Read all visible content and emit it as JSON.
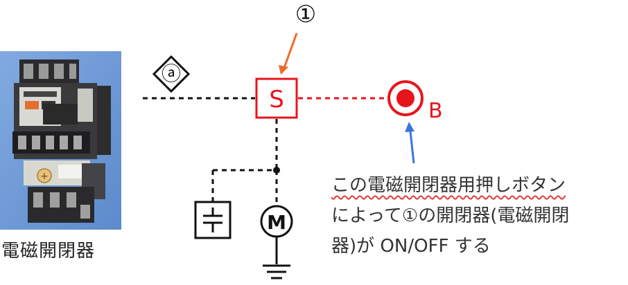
{
  "photo": {
    "caption": "電磁開閉器",
    "knob_symbol": "+"
  },
  "diagram": {
    "marker_a": "ⓐ",
    "callout_number": "①",
    "switch_label": "S",
    "button_label": "B",
    "motor_label": "M"
  },
  "description": {
    "line1": "この電磁開閉器用押しボタン",
    "line2": "によって①の開閉器(電磁開閉",
    "line3": "器)が ON/OFF する"
  },
  "colors": {
    "red": "#e8141c",
    "orange_arrow": "#f06a2a",
    "blue_arrow": "#3b73e0",
    "black": "#111111"
  }
}
